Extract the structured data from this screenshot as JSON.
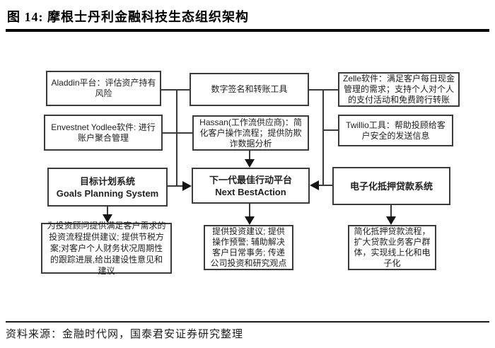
{
  "title": "图 14:  摩根士丹利金融科技生态组织架构",
  "source": "资料来源：金融时代网，国泰君安证券研究整理",
  "colors": {
    "border": "#3b3b3b",
    "text": "#1a1a1a",
    "title_rule": "#000000"
  },
  "diagram": {
    "boxes": {
      "aladdin": {
        "label": "Aladdin平台：评估资产持有风险"
      },
      "digital_sign": {
        "label": "数字签名和转账工具"
      },
      "zelle": {
        "label": "Zelle软件：满足客户每日现金管理的需求；支持个人对个人的支付活动和免费跨行转账"
      },
      "envestnet": {
        "label": "Envestnet Yodlee软件: 进行账户聚合管理"
      },
      "hassan": {
        "label": "Hassan(工作流供应商)：简化客户操作流程；提供防欺诈数据分析"
      },
      "twillio": {
        "label": "Twillio工具：帮助投顾给客户安全的发送信息"
      },
      "goals": {
        "label_cn": "目标计划系统",
        "label_en": "Goals Planning System"
      },
      "next_best_action": {
        "label_cn": "下一代最佳行动平台",
        "label_en": "Next BestAction"
      },
      "mortgage": {
        "label": "电子化抵押贷款系统"
      },
      "goals_desc": {
        "label": "为投资顾问提供满足客户需求的投资流程提供建议; 提供节税方案;对客户个人财务状况周期性的跟踪进展,给出建设性意见和建议"
      },
      "nba_desc": {
        "label": "提供投资建议; 提供操作预警; 辅助解决客户日常事务; 传递公司投资和研究观点"
      },
      "mortgage_desc": {
        "label": "简化抵押贷款流程，扩大贷款业务客户群体，实现线上化和电子化"
      }
    }
  }
}
